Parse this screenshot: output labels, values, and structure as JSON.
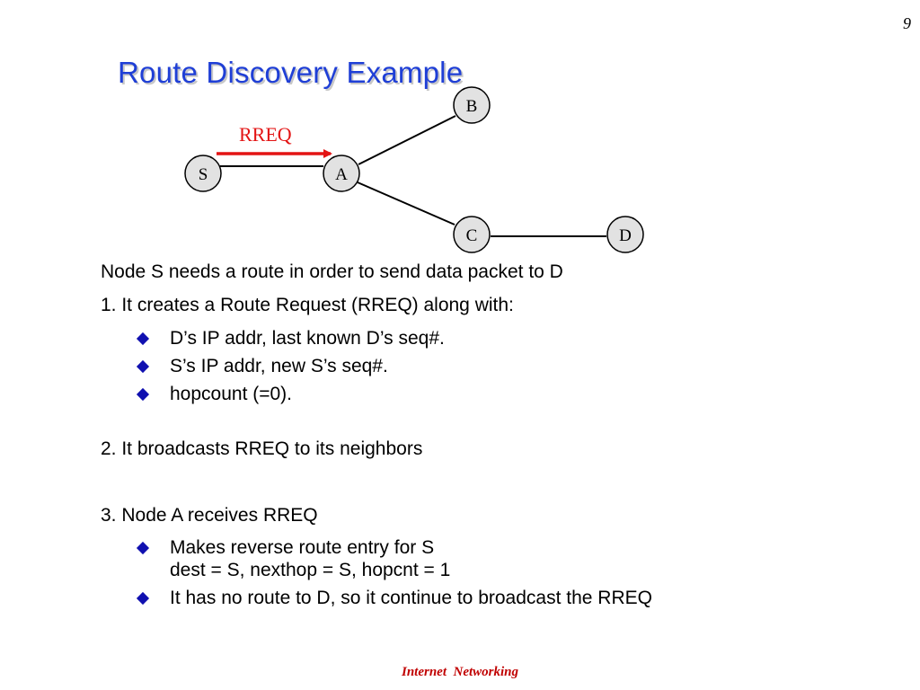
{
  "page_number": "9",
  "title": "Route Discovery Example",
  "diagram": {
    "nodes": {
      "S": "S",
      "A": "A",
      "B": "B",
      "C": "C",
      "D": "D"
    },
    "arrow_label": "RREQ",
    "arrow_color": "#e31414",
    "node_fill": "#e2e2e2"
  },
  "content": {
    "intro": "Node S needs a route in order to send data packet to D",
    "step1": "1. It creates a Route Request (RREQ) along with:",
    "step1_bullets": [
      "D’s IP addr, last known D’s seq#.",
      "S’s IP addr, new S’s seq#.",
      "hopcount (=0)."
    ],
    "step2": "2. It broadcasts RREQ to its neighbors",
    "step3": "3. Node A receives RREQ",
    "step3_bullets": [
      {
        "line1": "Makes reverse route entry for S",
        "line2": "dest = S, nexthop = S, hopcnt = 1"
      },
      {
        "line1": "It has no route to D, so it continue to broadcast the RREQ"
      }
    ]
  },
  "footer": "Internet  Networking",
  "colors": {
    "title": "#1f3fd6",
    "bullet": "#1010b0",
    "footer": "#c00000"
  }
}
